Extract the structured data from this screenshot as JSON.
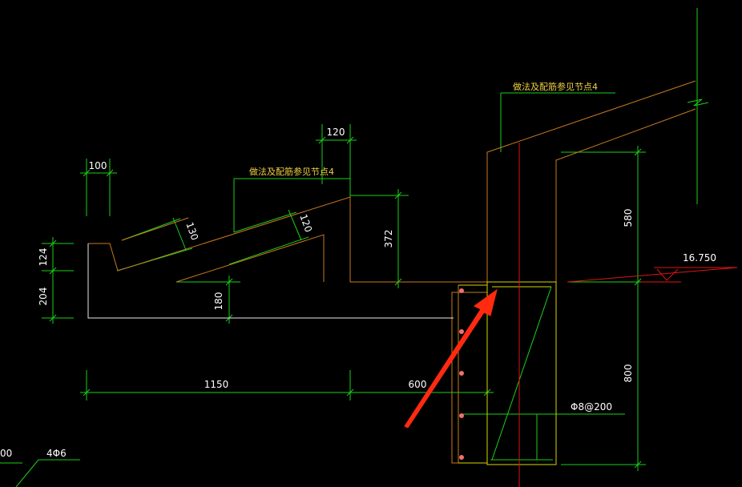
{
  "dimensions": {
    "d100": "100",
    "d120_top": "120",
    "d124": "124",
    "d204": "204",
    "d130": "130",
    "d120_slope": "120",
    "d372": "372",
    "d180": "180",
    "d1150": "1150",
    "d600": "600",
    "d580": "580",
    "d800": "800",
    "d_partial": "00"
  },
  "notes": {
    "detail_ref_left": "做法及配筋参见节点4",
    "detail_ref_right": "做法及配筋参见节点4"
  },
  "elevation": {
    "value": "16.750"
  },
  "rebar": {
    "stirrup": "Φ8@200",
    "bars": "4Φ6"
  },
  "colors": {
    "background": "#000000",
    "dimension": "#19d119",
    "outline": "#c87a1e",
    "section": "#e8e8e8",
    "beam_edge": "#d8d400",
    "axis": "#e01414",
    "arrow": "#ff2a10",
    "rebar_dot": "#f07070"
  }
}
